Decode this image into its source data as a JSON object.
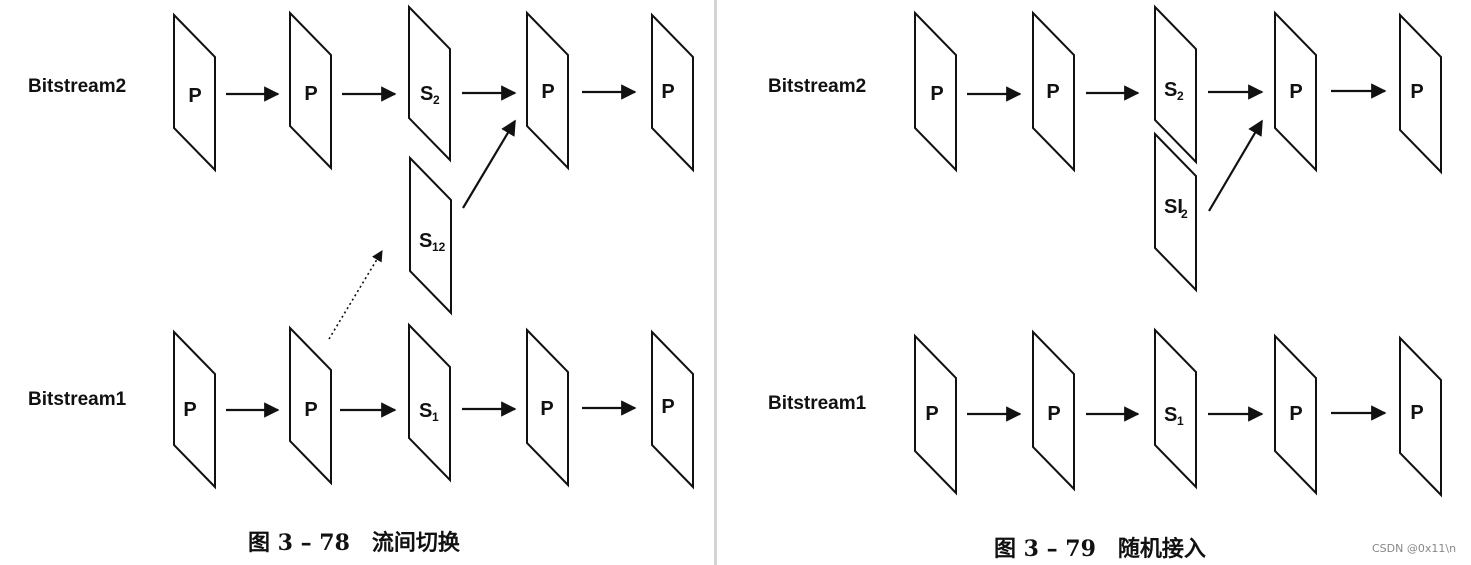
{
  "figure_left": {
    "caption": "图 3 – 78　流间切换",
    "labels": {
      "stream2": "Bitstream2",
      "stream1": "Bitstream1"
    },
    "top_row": [
      "P",
      "P",
      "S",
      "P",
      "P"
    ],
    "top_row_sub": [
      "",
      "",
      "2",
      "",
      ""
    ],
    "middle": {
      "base": "S",
      "sub": "12"
    },
    "bottom_row": [
      "P",
      "P",
      "S",
      "P",
      "P"
    ],
    "bottom_row_sub": [
      "",
      "",
      "1",
      "",
      ""
    ]
  },
  "figure_right": {
    "caption": "图 3 – 79　随机接入",
    "labels": {
      "stream2": "Bitstream2",
      "stream1": "Bitstream1"
    },
    "top_row": [
      "P",
      "P",
      "S",
      "P",
      "P"
    ],
    "top_row_sub": [
      "",
      "",
      "2",
      "",
      ""
    ],
    "middle": {
      "base": "SI",
      "sub": "2"
    },
    "bottom_row": [
      "P",
      "P",
      "S",
      "P",
      "P"
    ],
    "bottom_row_sub": [
      "",
      "",
      "1",
      "",
      ""
    ]
  },
  "watermark": "CSDN @0x11\\n"
}
